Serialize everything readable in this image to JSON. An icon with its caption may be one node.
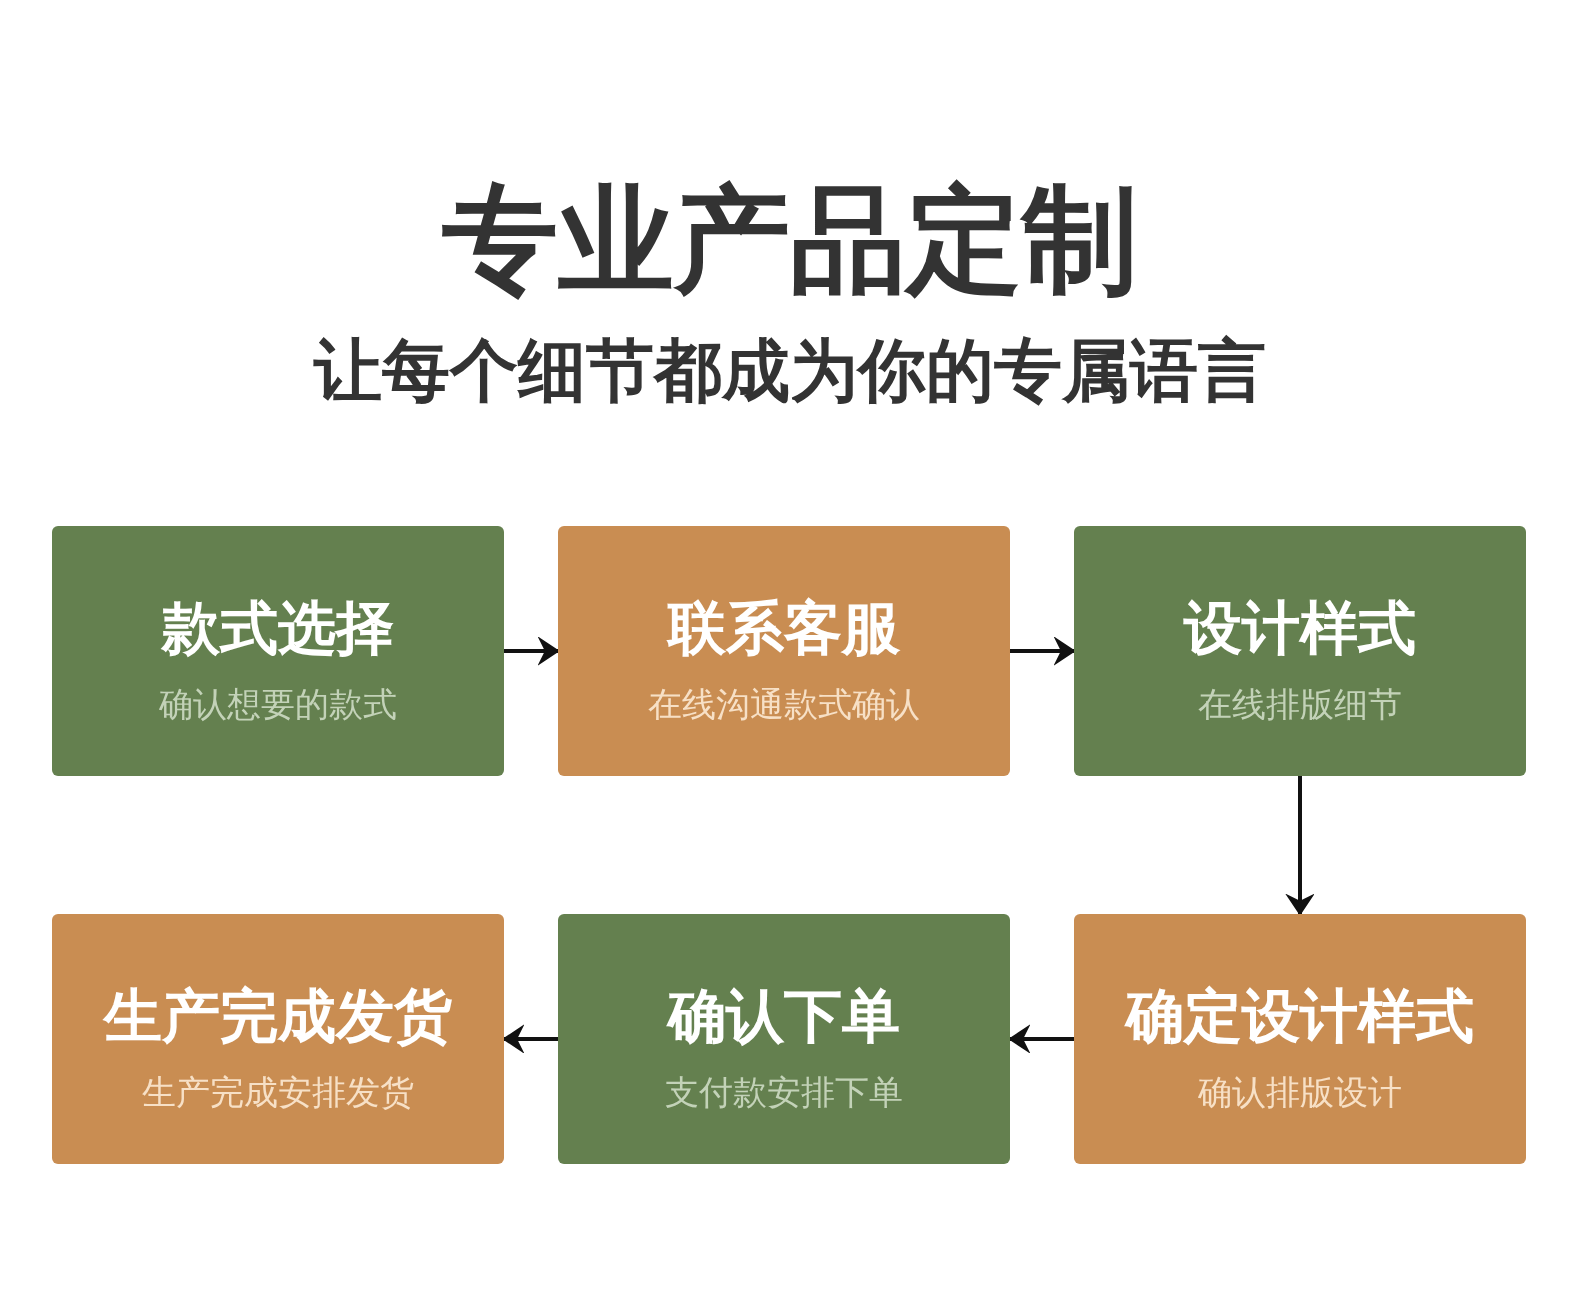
{
  "diagram": {
    "title": "专业产品定制",
    "caption": "让每个细节都成为你的专属语言",
    "nodes": [
      {
        "text": [
          "款式选择",
          "确认想要的款式"
        ]
      },
      {
        "text": [
          "联系客服",
          "在线沟通款式确认"
        ]
      },
      {
        "text": [
          "设计样式",
          "在线排版细节"
        ]
      },
      {
        "text": [
          "生产完成发货",
          "生产完成安排发货"
        ]
      },
      {
        "text": [
          "确认下单",
          "支付款安排下单"
        ]
      },
      {
        "text": [
          "确定设计样式",
          "确认排版设计"
        ]
      }
    ],
    "edges": [
      {
        "from": 0,
        "to": 1,
        "arrow": "to"
      },
      {
        "from": 1,
        "to": 2,
        "arrow": "to"
      },
      {
        "from": 2,
        "to": 5,
        "arrow": "to"
      },
      {
        "from": 5,
        "to": 4,
        "arrow": "to"
      },
      {
        "from": 4,
        "to": 3,
        "arrow": "to"
      }
    ]
  }
}
